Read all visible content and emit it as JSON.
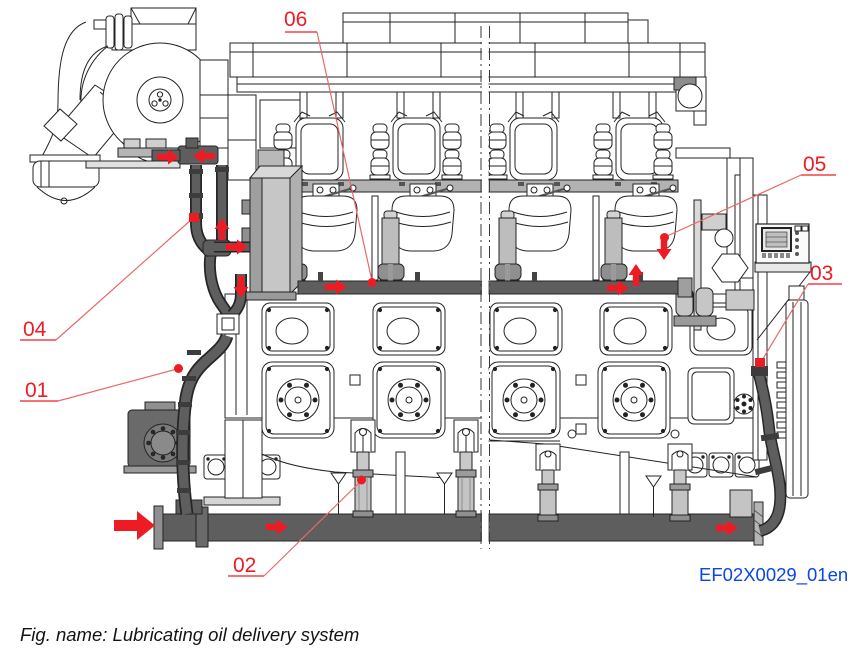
{
  "figure": {
    "caption": "Fig. name: Lubricating oil delivery system",
    "code": "EF02X0029_01en"
  },
  "callouts": [
    {
      "id": "01",
      "label": "01"
    },
    {
      "id": "02",
      "label": "02"
    },
    {
      "id": "03",
      "label": "03"
    },
    {
      "id": "04",
      "label": "04"
    },
    {
      "id": "05",
      "label": "05"
    },
    {
      "id": "06",
      "label": "06"
    }
  ],
  "colors": {
    "callout_red": "#ed1c24",
    "leader_red": "#e96a6a",
    "pipe_gray": "#5e5e5e",
    "code_blue": "#0a46e8",
    "caption_black": "#141414",
    "line_art": "#232323"
  },
  "icons": {
    "flow_arrow": "red-flow-direction-arrow",
    "inlet_arrow": "large-red-oil-inlet-arrow",
    "callout_dot": "red-leader-endpoint-marker"
  }
}
